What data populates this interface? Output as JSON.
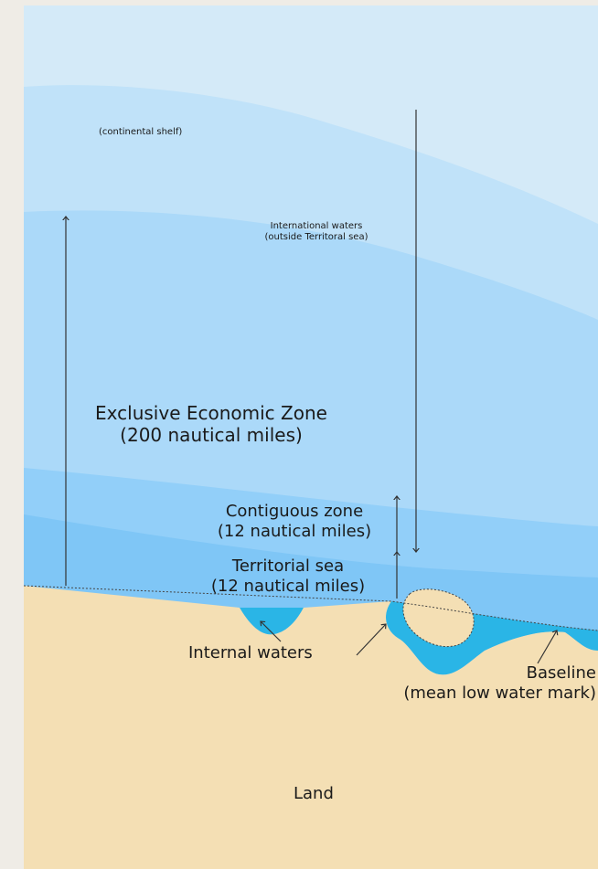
{
  "colors": {
    "page_bg": "#efece6",
    "sky_band": "#d4eaf8",
    "continental_shelf": "#c0e2f9",
    "international_waters": "#abd9f9",
    "contiguous_zone": "#92cff9",
    "territorial_sea": "#7fc6f6",
    "internal_waters": "#2ab5e6",
    "land": "#f4dfb4",
    "arrow": "#333333"
  },
  "labels": {
    "continental_shelf": "(continental shelf)",
    "international_waters": "International waters\n(outside Territoral sea)",
    "eez": "Exclusive Economic Zone\n(200 nautical miles)",
    "contiguous_zone": "Contiguous zone\n(12 nautical miles)",
    "territorial_sea": "Territorial sea\n(12 nautical miles)",
    "internal_waters": "Internal waters",
    "baseline": "Baseline\n(mean low water mark)",
    "land": "Land"
  }
}
